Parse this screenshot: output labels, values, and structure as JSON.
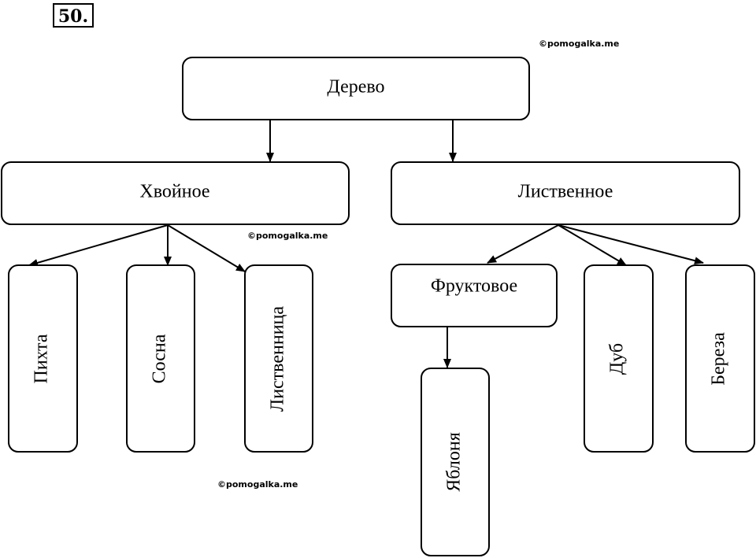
{
  "problem_number": "50.",
  "watermarks": [
    "©pomogalka.me",
    "©pomogalka.me",
    "©pomogalka.me"
  ],
  "nodes": {
    "root": "Дерево",
    "coniferous": "Хвойное",
    "deciduous": "Лиственное",
    "fir": "Пихта",
    "pine": "Сосна",
    "larch": "Лиственница",
    "fruit": "Фруктовое",
    "apple": "Яблоня",
    "oak": "Дуб",
    "birch": "Береза"
  },
  "edges": [
    {
      "from": "root",
      "to": "coniferous"
    },
    {
      "from": "root",
      "to": "deciduous"
    },
    {
      "from": "coniferous",
      "to": "fir"
    },
    {
      "from": "coniferous",
      "to": "pine"
    },
    {
      "from": "coniferous",
      "to": "larch"
    },
    {
      "from": "deciduous",
      "to": "fruit"
    },
    {
      "from": "deciduous",
      "to": "oak"
    },
    {
      "from": "deciduous",
      "to": "birch"
    },
    {
      "from": "fruit",
      "to": "apple"
    }
  ]
}
